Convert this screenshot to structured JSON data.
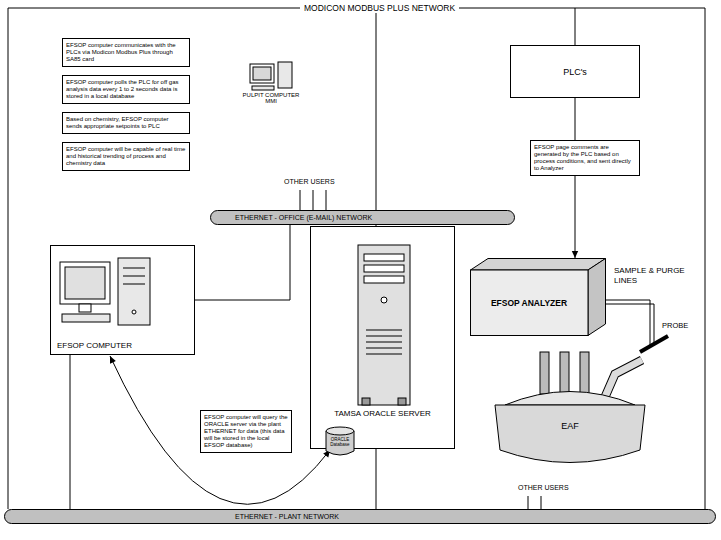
{
  "diagram": {
    "nodes": [
      {
        "text": [
          "EFSOP computer communicates with the PLCs via Modicon Modbus Plus through SA85 card"
        ]
      },
      {
        "text": [
          "EFSOP computer polls the PLC for off gas analysis data every 1 to 2 seconds data is stored in a local database"
        ]
      },
      {
        "text": [
          "Based on chemistry, EFSOP computer sends appropriate setpoints to PLC"
        ]
      },
      {
        "text": [
          "EFSOP computer will be capable of real time and historical trending of process and chemistry data"
        ]
      },
      {
        "text": [
          "PULPIT COMPUTER MMI"
        ]
      },
      {
        "text": [
          "PLC's"
        ]
      },
      {
        "text": [
          "EFSOP page comments are generated by the PLC based on process conditions, and sent directly to Analyzer"
        ]
      },
      {
        "text": [
          "ETHERNET - OFFICE (E-MAIL) NETWORK"
        ]
      },
      {
        "text": [
          "EFSOP ANALYZER"
        ]
      },
      {
        "text": [
          "EFSOP COMPUTER"
        ]
      },
      {
        "text": [
          "TAMSA ORACLE SERVER"
        ]
      },
      {
        "text": [
          "ORACLE Database"
        ],
        "in": 10
      },
      {
        "text": [
          "EAF"
        ]
      },
      {
        "text": [
          "EFSOP computer will query the ORACLE server via the plant ETHERNET for data (this data will be stored in the local EFSOP database)"
        ]
      },
      {
        "text": [
          "ETHERNET - PLANT NETWORK"
        ]
      }
    ],
    "edges": [
      {
        "from": 9,
        "to": 7,
        "arrow": "none"
      },
      {
        "from": 9,
        "to": 14,
        "arrow": "none"
      },
      {
        "from": 10,
        "to": 14,
        "arrow": "none"
      },
      {
        "from": 5,
        "to": 8,
        "arrow": "to"
      },
      {
        "from": 9,
        "to": 10,
        "arrow": "both"
      },
      {
        "from": 8,
        "to": 12,
        "label": "SAMPLE & PURGE LINES",
        "arrow": "none"
      }
    ],
    "labels": [
      "MODICON MODBUS PLUS NETWORK",
      "OTHER USERS",
      "OTHER USERS",
      "PROBE"
    ]
  }
}
